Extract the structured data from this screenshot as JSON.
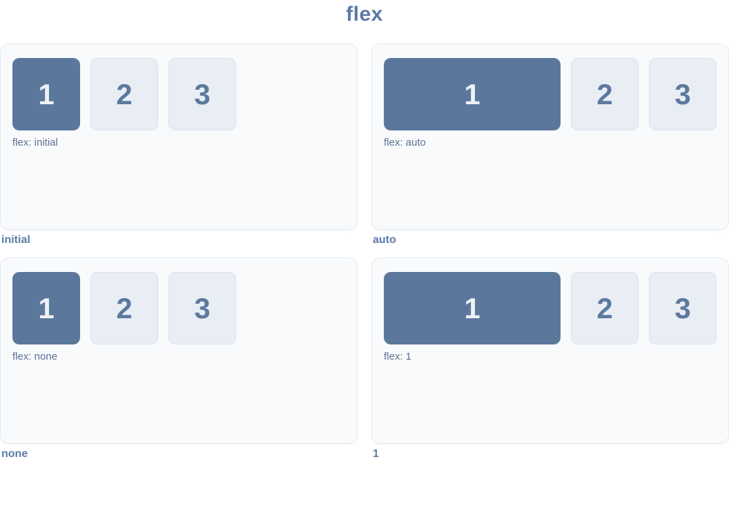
{
  "title": "flex",
  "colors": {
    "accent_blue": "#5b789c",
    "light_box": "#e9edf4",
    "panel_bg": "#f8fafc",
    "caption_text": "#5b7ca7",
    "label_text": "#5d7192"
  },
  "panels": [
    {
      "caption": "initial",
      "flex_label": "flex: initial",
      "stretched": false,
      "boxes": [
        "1",
        "2",
        "3"
      ]
    },
    {
      "caption": "auto",
      "flex_label": "flex: auto",
      "stretched": true,
      "boxes": [
        "1",
        "2",
        "3"
      ]
    },
    {
      "caption": "none",
      "flex_label": "flex: none",
      "stretched": false,
      "boxes": [
        "1",
        "2",
        "3"
      ]
    },
    {
      "caption": "1",
      "flex_label": "flex: 1",
      "stretched": true,
      "boxes": [
        "1",
        "2",
        "3"
      ]
    }
  ]
}
